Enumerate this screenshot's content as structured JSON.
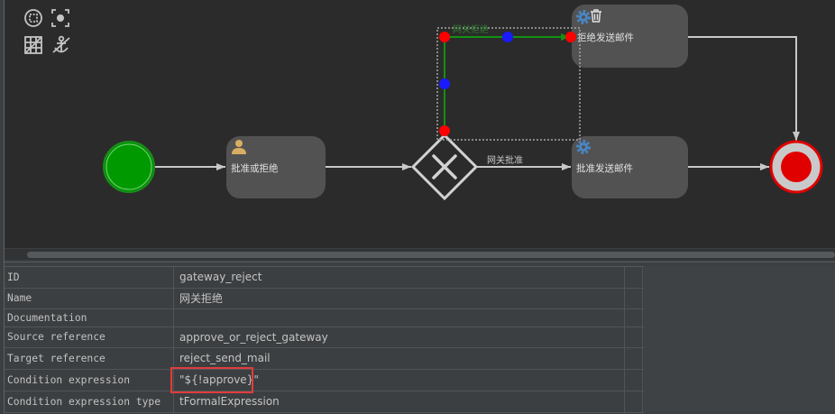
{
  "canvas_toolbar": {
    "fit_icon": "zoom-fit-icon",
    "focus_icon": "focus-selection-icon",
    "grid_icon": "grid-toggle-icon",
    "anchor_icon": "anchor-icon"
  },
  "diagram": {
    "user_task": {
      "label": "批准或拒绝",
      "icon": "user-icon"
    },
    "flow_approve": {
      "label": "网关批准"
    },
    "flow_reject": {
      "label": "网关拒绝"
    },
    "approve_task": {
      "label": "批准发送邮件",
      "icon": "gear-icon"
    },
    "reject_task": {
      "label": "拒绝发送邮件",
      "icon": "gear-icon",
      "extra_icon": "trash-icon"
    }
  },
  "properties": {
    "rows": [
      {
        "label": "ID",
        "value": "gateway_reject"
      },
      {
        "label": "Name",
        "value": "网关拒绝"
      },
      {
        "label": "Documentation",
        "value": ""
      },
      {
        "label": "Source reference",
        "value": "approve_or_reject_gateway"
      },
      {
        "label": "Target reference",
        "value": "reject_send_mail"
      },
      {
        "label": "Condition expression",
        "value": "\"${!approve}\""
      },
      {
        "label": "Condition expression type",
        "value": "tFormalExpression"
      }
    ]
  },
  "colors": {
    "canvas_bg": "#2b2b2b",
    "panel_bg": "#3c3f41",
    "task_fill": "#525252",
    "flow": "#c8c8c8",
    "start_fill": "#009900",
    "end_fill": "#e00000",
    "selected_flow": "#139113",
    "endpoint_handle": "#ff0000",
    "midpoint_handle": "#1a1aff",
    "gear": "#4a86c5",
    "user_icon": "#d8ae62",
    "highlight": "#e23c3c"
  }
}
